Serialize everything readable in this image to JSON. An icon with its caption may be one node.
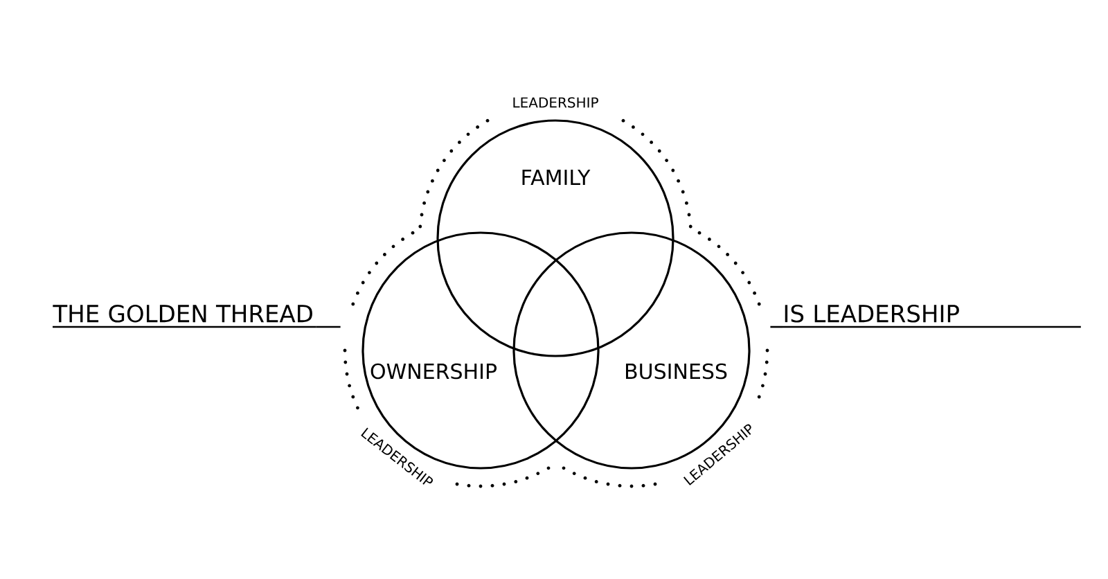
{
  "diagram": {
    "nodes": [
      {
        "text": [
          "LEADERSHIP",
          "LEADERSHIP",
          "LEADERSHIP"
        ]
      },
      {
        "text": [
          "FAMILY"
        ],
        "in": 0
      },
      {
        "text": [
          "OWNERSHIP"
        ],
        "in": 0
      },
      {
        "text": [
          "BUSINESS"
        ],
        "in": 0
      },
      {
        "text": [
          "THE GOLDEN THREAD"
        ]
      },
      {
        "text": [
          "IS LEADERSHIP"
        ]
      }
    ],
    "edges": [
      {
        "from": 4,
        "to": 0,
        "arrow": "none"
      },
      {
        "from": 0,
        "to": 5,
        "arrow": "none"
      }
    ]
  }
}
